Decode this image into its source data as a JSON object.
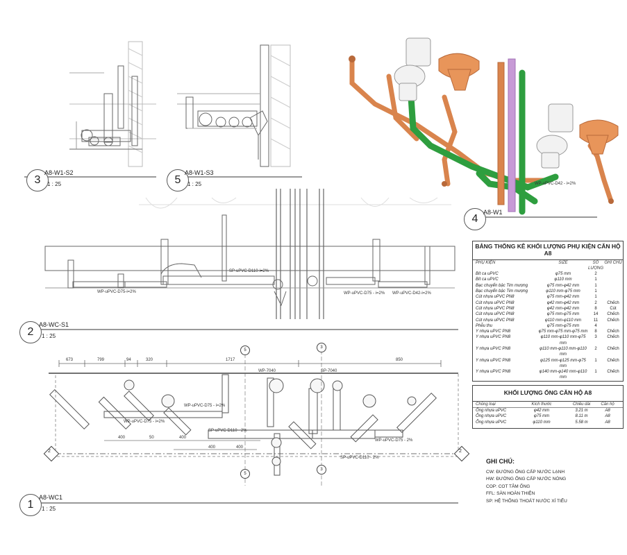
{
  "views": [
    {
      "num": "3",
      "name": "A8-W1-S2",
      "scale": "1 : 25"
    },
    {
      "num": "5",
      "name": "A8-W1-S3",
      "scale": "1 : 25"
    },
    {
      "num": "4",
      "name": "A8-W1",
      "scale": ""
    },
    {
      "num": "2",
      "name": "A8-WC-S1",
      "scale": "1 : 25"
    },
    {
      "num": "1",
      "name": "A8-WC1",
      "scale": "1 : 25"
    }
  ],
  "section_markers": [
    "2",
    "2",
    "5",
    "5",
    "3",
    "3"
  ],
  "pipe_labels": {
    "wp_d75": "WP-uPVC-D75-i=2%",
    "wp_d42": "WP-uPVC-D42-i=2%",
    "sp_d110": "SP-uPVC-D110-i=2%",
    "wp_d75_b": "WP-uPVC-D75 - i=2%",
    "sp_d110_b": "SP-uPVC-D110 - 2%",
    "wp_mid": "WP-uPVC-D75 - i=2%",
    "wp_d75_c": "WP-uPVC-D75 - i=2%",
    "sp_d110_c": "SP-uPVC-D110 - 2%",
    "wp_d42_c": "WP-uPVC-D42 - i=2%",
    "wp_right": "WP-uPVC-D75 - 2%",
    "sp_top": "SP-7040",
    "wp_top": "WP-7040"
  },
  "dims": {
    "top": [
      "673",
      "799",
      "94",
      "320",
      "1717",
      "850"
    ],
    "bottom": [
      "400",
      "50",
      "400",
      "400",
      "400"
    ]
  },
  "table_fittings": {
    "title": "BẢNG THỐNG KÊ KHỐI LƯỢNG PHỤ KIỆN CĂN HỘ A8",
    "headers": [
      "PHỤ KIỆN",
      "SIZE",
      "SỐ LƯỢNG",
      "GHI CHÚ"
    ],
    "rows": [
      [
        "Bít ca uPVC",
        "φ75 mm",
        "2",
        ""
      ],
      [
        "Bít ca uPVC",
        "φ110 mm",
        "1",
        ""
      ],
      [
        "Bạc chuyển bậc Tim mượng",
        "φ75 mm-φ42 mm",
        "1",
        ""
      ],
      [
        "Bạc chuyển bậc Tim mượng",
        "φ110 mm-φ75 mm",
        "1",
        ""
      ],
      [
        "Cút nhựa uPVC PN8",
        "φ75 mm-φ42 mm",
        "1",
        ""
      ],
      [
        "Cút nhựa uPVC PN8",
        "φ42 mm-φ42 mm",
        "2",
        "Chếch"
      ],
      [
        "Cút nhựa uPVC PN8",
        "φ42 mm-φ42 mm",
        "8",
        "Cút"
      ],
      [
        "Cút nhựa uPVC PN8",
        "φ75 mm-φ75 mm",
        "14",
        "Chếch"
      ],
      [
        "Cút nhựa uPVC PN8",
        "φ110 mm-φ110 mm",
        "11",
        "Chếch"
      ],
      [
        "Phễu thu",
        "φ75 mm-φ75 mm",
        "4",
        ""
      ],
      [
        "Y nhựa uPVC PN8",
        "φ75 mm-φ75 mm-φ75 mm",
        "8",
        "Chếch"
      ],
      [
        "Y nhựa uPVC PN8",
        "φ110 mm-φ110 mm-φ75 mm",
        "3",
        "Chếch"
      ],
      [
        "Y nhựa uPVC PN8",
        "φ110 mm-φ110 mm-φ110 mm",
        "2",
        "Chếch"
      ],
      [
        "Y nhựa uPVC PN8",
        "φ125 mm-φ125 mm-φ75 mm",
        "1",
        "Chếch"
      ],
      [
        "Y nhựa uPVC PN8",
        "φ140 mm-φ140 mm-φ110 mm",
        "1",
        "Chếch"
      ]
    ]
  },
  "table_pipes": {
    "title": "KHỐI LƯỢNG ỐNG CĂN HỘ A8",
    "headers": [
      "Chủng loại",
      "Kích thước",
      "Chiều dài",
      "Căn hộ"
    ],
    "rows": [
      [
        "Ống nhựa uPVC",
        "φ42 mm",
        "3.21 m",
        "A8"
      ],
      [
        "Ống nhựa uPVC",
        "φ75 mm",
        "8.11 m",
        "A8"
      ],
      [
        "Ống nhựa uPVC",
        "φ110 mm",
        "5.58 m",
        "A8"
      ]
    ]
  },
  "notes": {
    "title": "GHI CHÚ:",
    "items": [
      "CW: ĐƯỜNG ỐNG CẤP NƯỚC LẠNH",
      "HW: ĐƯỜNG ỐNG CẤP NƯỚC NÓNG",
      "COP: COT TÂM ỐNG",
      "FFL: SÀN HOÀN THIỆN",
      "SP: HỆ THỐNG THOÁT NƯỚC XÍ TIỂU"
    ]
  },
  "colors": {
    "orange": "#d9844d",
    "green": "#2e9e3f",
    "purple": "#c79ad6",
    "line": "#555555"
  }
}
